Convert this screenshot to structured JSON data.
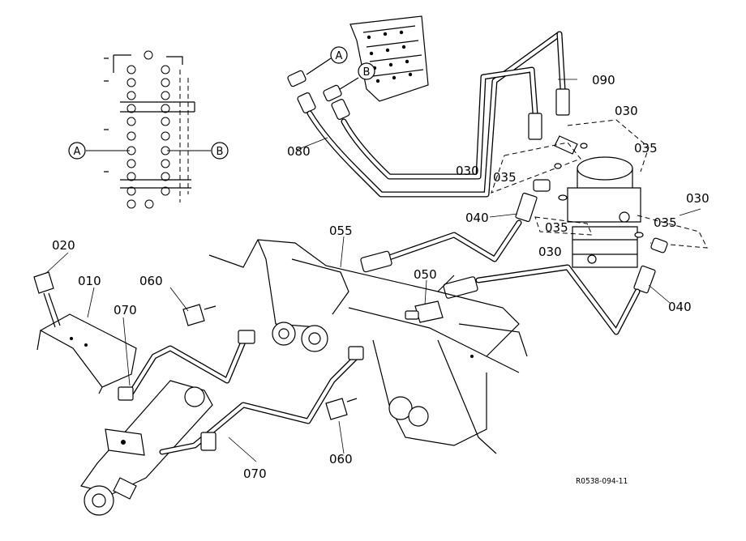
{
  "markers": {
    "a": "A",
    "b": "B"
  },
  "labels": {
    "p010": "010",
    "p020": "020",
    "p030": "030",
    "p035": "035",
    "p040": "040",
    "p050": "050",
    "p055": "055",
    "p060": "060",
    "p070": "070",
    "p080": "080",
    "p090": "090"
  },
  "reference_code": "R0538-094-11"
}
